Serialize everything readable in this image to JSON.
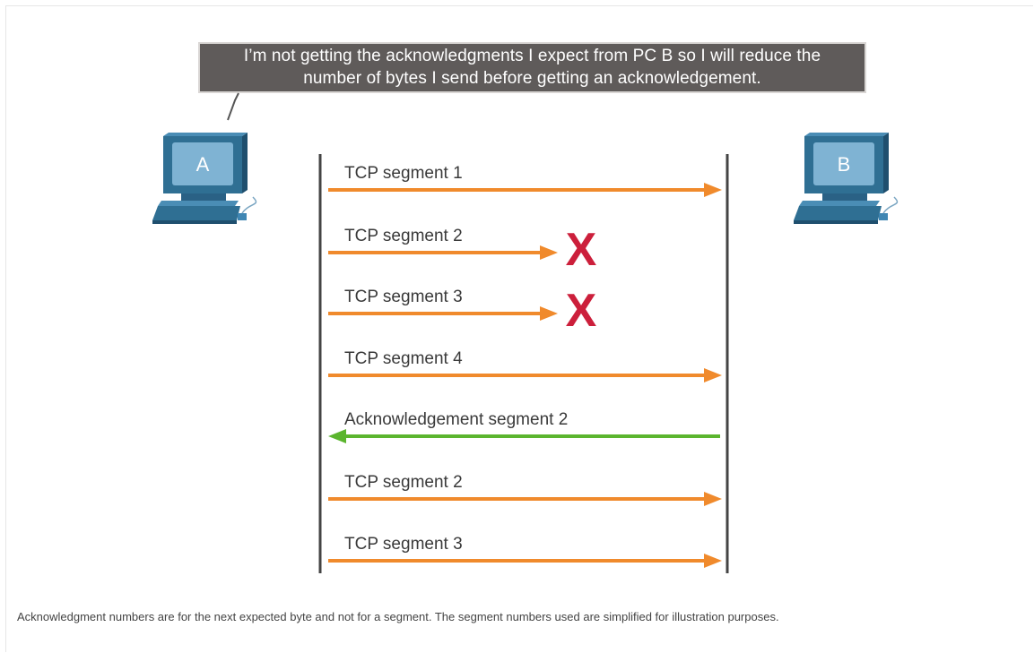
{
  "callout": {
    "line1": "I’m not getting the acknowledgments I expect from PC B so I will reduce the",
    "line2": "number of bytes I send before getting an acknowledgement."
  },
  "hosts": {
    "left": {
      "label": "A"
    },
    "right": {
      "label": "B"
    }
  },
  "rows": [
    {
      "label": "TCP segment 1",
      "direction": "right",
      "status": "delivered",
      "color": "#f08a2c"
    },
    {
      "label": "TCP segment 2",
      "direction": "right",
      "status": "lost",
      "color": "#f08a2c"
    },
    {
      "label": "TCP segment 3",
      "direction": "right",
      "status": "lost",
      "color": "#f08a2c"
    },
    {
      "label": "TCP segment 4",
      "direction": "right",
      "status": "delivered",
      "color": "#f08a2c"
    },
    {
      "label": "Acknowledgement segment 2",
      "direction": "left",
      "status": "delivered",
      "color": "#5bb52e"
    },
    {
      "label": "TCP segment 2",
      "direction": "right",
      "status": "delivered",
      "color": "#f08a2c"
    },
    {
      "label": "TCP segment 3",
      "direction": "right",
      "status": "delivered",
      "color": "#f08a2c"
    }
  ],
  "lost_mark": "X",
  "lost_color": "#cc1f3b",
  "footnote": "Acknowledgment numbers are for the next expected byte and not for a segment. The segment numbers used are simplified for illustration purposes."
}
